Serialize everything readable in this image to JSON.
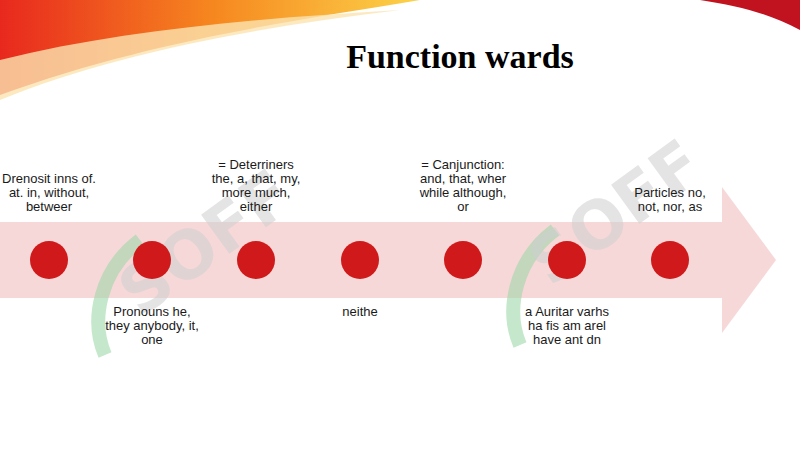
{
  "diagram": {
    "title": "Function wards",
    "nodes": [
      {
        "text": [
          "Drenosit inns of. at. in, without, betweer"
        ]
      },
      {
        "text": [
          "Pronouns he, they anybody, it, one"
        ]
      },
      {
        "text": [
          "= Deterriners the, a, that, my, more much, either"
        ]
      },
      {
        "text": [
          "neithe"
        ]
      },
      {
        "text": [
          "= Canjunction: and, that, wher while although, or"
        ]
      },
      {
        "text": [
          "a Auritar varhs ha fis am arel have ant dn"
        ]
      },
      {
        "text": [
          "Particles no, not, nor, as"
        ]
      }
    ],
    "labels": [
      "SOFF",
      "SOFF"
    ]
  }
}
